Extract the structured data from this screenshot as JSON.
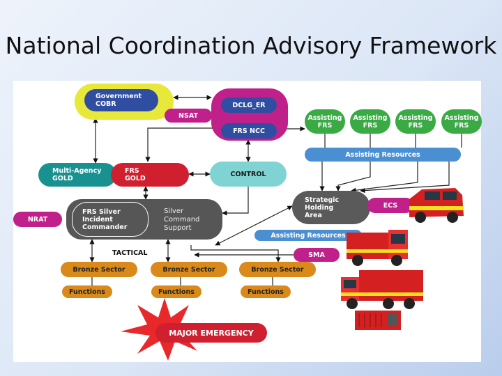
{
  "title": "National Coordination Advisory Framework",
  "nodes": {
    "government_cobr": "Government COBR",
    "dclg_er": "DCLG_ER",
    "frs_ncc": "FRS NCC",
    "nsat": "NSAT",
    "assisting_frs": [
      "Assisting FRS",
      "Assisting FRS",
      "Assisting FRS",
      "Assisting FRS"
    ],
    "assisting_resources_top": "Assisting Resources",
    "multi_agency_gold": "Multi-Agency GOLD",
    "frs_gold": "FRS GOLD",
    "control": "CONTROL",
    "nrat": "NRAT",
    "frs_silver": "FRS Silver Incident Commander",
    "silver_support": "Silver Command Support",
    "tactical": "TACTICAL",
    "strategic_holding": "Strategic Holding Area",
    "ecs": "ECS",
    "assisting_resources_mid": "Assisting Resources",
    "sma": "SMA",
    "bronze_sectors": [
      "Bronze Sector",
      "Bronze Sector",
      "Bronze Sector"
    ],
    "functions": [
      "Functions",
      "Functions",
      "Functions"
    ],
    "major_emergency": "MAJOR EMERGENCY"
  },
  "colors": {
    "green": "#3aaa45",
    "teal": "#199191",
    "red": "#d02030",
    "magenta": "#c0208a",
    "navy": "#2f4ea1",
    "yellow": "#e8e83a",
    "light_blue": "#4b8fd3",
    "orange": "#d98a1a",
    "control": "#7fd3d3",
    "dark_grey": "#565656"
  }
}
